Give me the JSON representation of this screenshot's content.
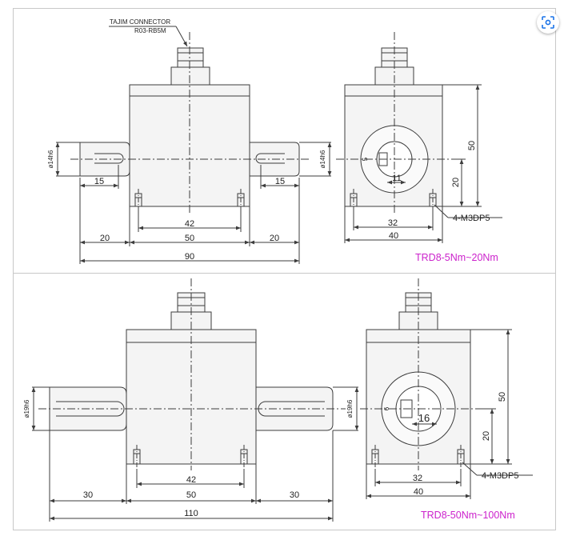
{
  "colors": {
    "line": "#3c3c3c",
    "body_fill": "#f4f4f4",
    "accent": "#cc22cc",
    "frame_border": "#c8c8c8"
  },
  "toolbar": {
    "lens_icon": "lens-scan-icon"
  },
  "top": {
    "connector_title": "TAJIM CONNECTOR",
    "connector_model": "R03-RB5M",
    "shaft_diameter": "ø14h6",
    "shaft_diameter_side": "ø14h6",
    "dim_key_left": "15",
    "dim_key_right": "15",
    "dim_42": "42",
    "dim_left": "20",
    "dim_50": "50",
    "dim_right": "20",
    "dim_total": "90",
    "side_keyway": "5",
    "side_bore": "11",
    "side_height": "50",
    "side_center": "20",
    "side_holes_callout": "4-M3DP5",
    "side_width_inner": "32",
    "side_width": "40",
    "model_label": "TRD8-5Nm~20Nm"
  },
  "bottom": {
    "shaft_diameter": "ø19h6",
    "shaft_diameter_side": "ø19h6",
    "dim_42": "42",
    "dim_left": "30",
    "dim_50": "50",
    "dim_right": "30",
    "dim_total": "110",
    "side_keyway": "6",
    "side_bore": "16",
    "side_height": "50",
    "side_center": "20",
    "side_holes_callout": "4-M3DP5",
    "side_width_inner": "32",
    "side_width": "40",
    "model_label": "TRD8-50Nm~100Nm"
  }
}
